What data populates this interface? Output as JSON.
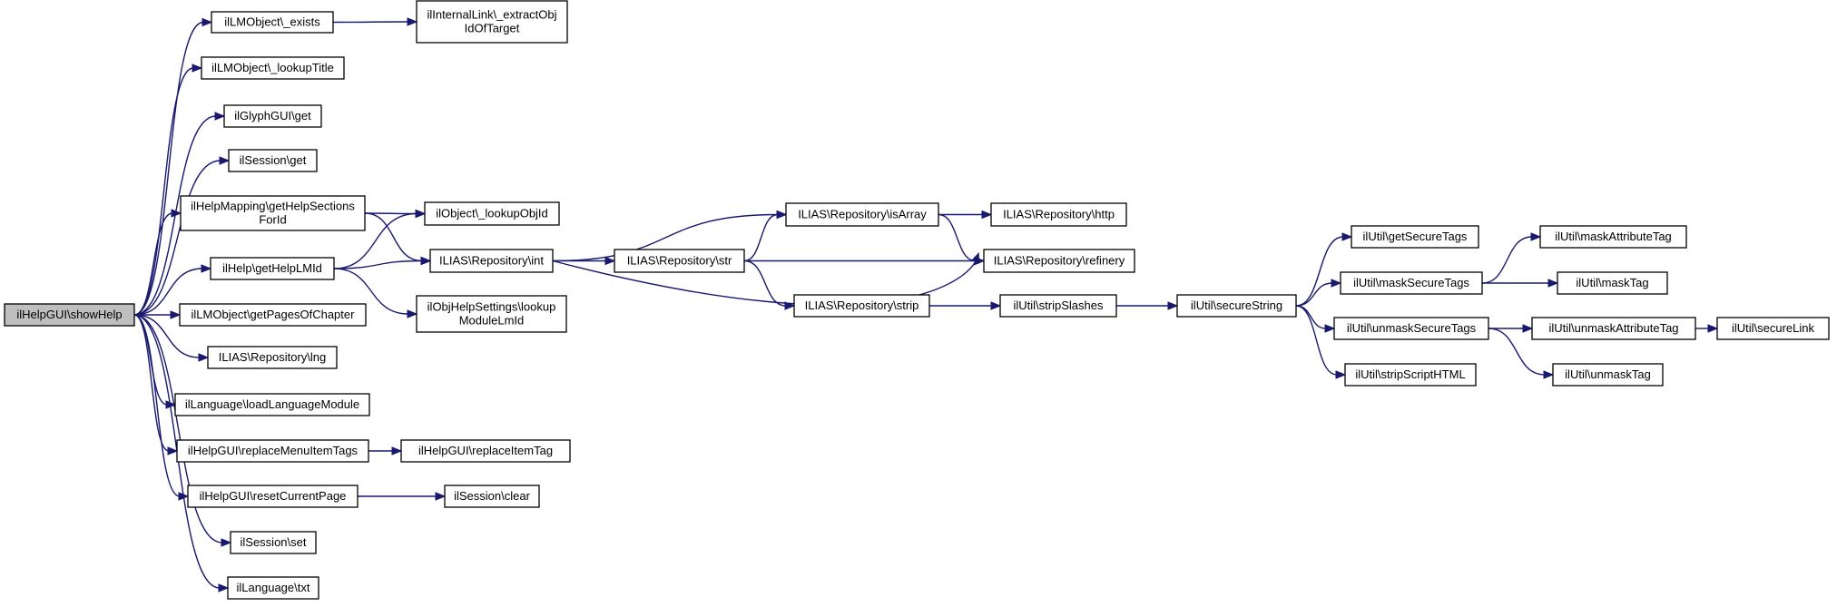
{
  "diagram": {
    "nodes": [
      {
        "id": "showHelp",
        "lines": [
          "ilHelpGUI\\showHelp"
        ],
        "root": true
      },
      {
        "id": "lmExists",
        "lines": [
          "ilLMObject\\_exists"
        ]
      },
      {
        "id": "extractObj",
        "lines": [
          "ilInternalLink\\_extractObj",
          "IdOfTarget"
        ]
      },
      {
        "id": "lookupTitle",
        "lines": [
          "ilLMObject\\_lookupTitle"
        ]
      },
      {
        "id": "glyphGet",
        "lines": [
          "ilGlyphGUI\\get"
        ]
      },
      {
        "id": "sessionGet",
        "lines": [
          "ilSession\\get"
        ]
      },
      {
        "id": "helpSections",
        "lines": [
          "ilHelpMapping\\getHelpSections",
          "ForId"
        ]
      },
      {
        "id": "lookupObjId",
        "lines": [
          "ilObject\\_lookupObjId"
        ]
      },
      {
        "id": "getHelpLMId",
        "lines": [
          "ilHelp\\getHelpLMId"
        ]
      },
      {
        "id": "repoInt",
        "lines": [
          "ILIAS\\Repository\\int"
        ]
      },
      {
        "id": "lookupModuleLmId",
        "lines": [
          "ilObjHelpSettings\\lookup",
          "ModuleLmId"
        ]
      },
      {
        "id": "pagesOfChapter",
        "lines": [
          "ilLMObject\\getPagesOfChapter"
        ]
      },
      {
        "id": "repoLng",
        "lines": [
          "ILIAS\\Repository\\lng"
        ]
      },
      {
        "id": "loadLangModule",
        "lines": [
          "ilLanguage\\loadLanguageModule"
        ]
      },
      {
        "id": "replaceMenuTags",
        "lines": [
          "ilHelpGUI\\replaceMenuItemTags"
        ]
      },
      {
        "id": "replaceItemTag",
        "lines": [
          "ilHelpGUI\\replaceItemTag"
        ]
      },
      {
        "id": "resetPage",
        "lines": [
          "ilHelpGUI\\resetCurrentPage"
        ]
      },
      {
        "id": "sessionClear",
        "lines": [
          "ilSession\\clear"
        ]
      },
      {
        "id": "sessionSet",
        "lines": [
          "ilSession\\set"
        ]
      },
      {
        "id": "langTxt",
        "lines": [
          "ilLanguage\\txt"
        ]
      },
      {
        "id": "repoStr",
        "lines": [
          "ILIAS\\Repository\\str"
        ]
      },
      {
        "id": "repoIsArray",
        "lines": [
          "ILIAS\\Repository\\isArray"
        ]
      },
      {
        "id": "repoHttp",
        "lines": [
          "ILIAS\\Repository\\http"
        ]
      },
      {
        "id": "repoRefinery",
        "lines": [
          "ILIAS\\Repository\\refinery"
        ]
      },
      {
        "id": "repoStrip",
        "lines": [
          "ILIAS\\Repository\\strip"
        ]
      },
      {
        "id": "stripSlashes",
        "lines": [
          "ilUtil\\stripSlashes"
        ]
      },
      {
        "id": "secureString",
        "lines": [
          "ilUtil\\secureString"
        ]
      },
      {
        "id": "getSecureTags",
        "lines": [
          "ilUtil\\getSecureTags"
        ]
      },
      {
        "id": "maskSecureTags",
        "lines": [
          "ilUtil\\maskSecureTags"
        ]
      },
      {
        "id": "maskAttrTag",
        "lines": [
          "ilUtil\\maskAttributeTag"
        ]
      },
      {
        "id": "maskTag",
        "lines": [
          "ilUtil\\maskTag"
        ]
      },
      {
        "id": "unmaskSecureTags",
        "lines": [
          "ilUtil\\unmaskSecureTags"
        ]
      },
      {
        "id": "unmaskAttrTag",
        "lines": [
          "ilUtil\\unmaskAttributeTag"
        ]
      },
      {
        "id": "secureLink",
        "lines": [
          "ilUtil\\secureLink"
        ]
      },
      {
        "id": "stripScriptHTML",
        "lines": [
          "ilUtil\\stripScriptHTML"
        ]
      },
      {
        "id": "unmaskTag",
        "lines": [
          "ilUtil\\unmaskTag"
        ]
      }
    ],
    "edges": [
      [
        "showHelp",
        "lmExists"
      ],
      [
        "showHelp",
        "lookupTitle"
      ],
      [
        "showHelp",
        "glyphGet"
      ],
      [
        "showHelp",
        "sessionGet"
      ],
      [
        "showHelp",
        "helpSections"
      ],
      [
        "showHelp",
        "getHelpLMId"
      ],
      [
        "showHelp",
        "pagesOfChapter"
      ],
      [
        "showHelp",
        "repoLng"
      ],
      [
        "showHelp",
        "loadLangModule"
      ],
      [
        "showHelp",
        "replaceMenuTags"
      ],
      [
        "showHelp",
        "resetPage"
      ],
      [
        "showHelp",
        "sessionSet"
      ],
      [
        "showHelp",
        "langTxt"
      ],
      [
        "lmExists",
        "extractObj"
      ],
      [
        "helpSections",
        "lookupObjId"
      ],
      [
        "helpSections",
        "repoInt"
      ],
      [
        "getHelpLMId",
        "lookupObjId"
      ],
      [
        "getHelpLMId",
        "repoInt"
      ],
      [
        "getHelpLMId",
        "lookupModuleLmId"
      ],
      [
        "repoInt",
        "repoIsArray"
      ],
      [
        "repoInt",
        "repoStr"
      ],
      [
        "repoInt",
        "repoRefinery"
      ],
      [
        "repoStr",
        "repoIsArray"
      ],
      [
        "repoStr",
        "repoRefinery"
      ],
      [
        "repoStr",
        "repoStrip"
      ],
      [
        "repoIsArray",
        "repoHttp"
      ],
      [
        "repoIsArray",
        "repoRefinery"
      ],
      [
        "repoStrip",
        "stripSlashes"
      ],
      [
        "stripSlashes",
        "secureString"
      ],
      [
        "secureString",
        "getSecureTags"
      ],
      [
        "secureString",
        "maskSecureTags"
      ],
      [
        "secureString",
        "unmaskSecureTags"
      ],
      [
        "secureString",
        "stripScriptHTML"
      ],
      [
        "maskSecureTags",
        "maskAttrTag"
      ],
      [
        "maskSecureTags",
        "maskTag"
      ],
      [
        "unmaskSecureTags",
        "unmaskAttrTag"
      ],
      [
        "unmaskSecureTags",
        "unmaskTag"
      ],
      [
        "unmaskAttrTag",
        "secureLink"
      ],
      [
        "replaceMenuTags",
        "replaceItemTag"
      ],
      [
        "resetPage",
        "sessionClear"
      ]
    ],
    "colors": {
      "edge": "#191970",
      "root_fill": "#bfbfbf",
      "node_fill": "#ffffff",
      "border": "#000000"
    }
  }
}
